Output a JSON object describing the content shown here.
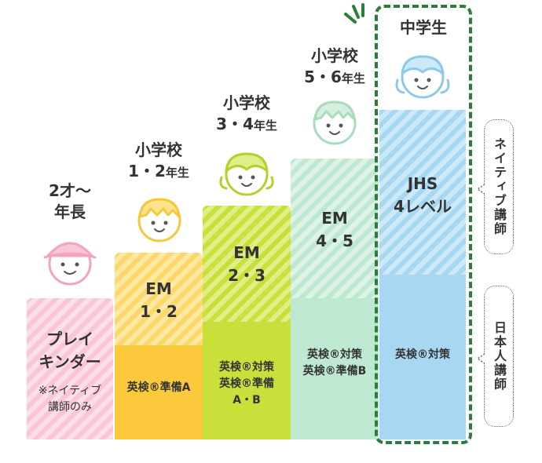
{
  "stages": [
    {
      "grade_line1": "2才〜",
      "grade_line2": "年長",
      "course_line1": "プレイ",
      "course_line2": "キンダー",
      "note_line1": "※ネイティブ",
      "note_line2": "講師のみ"
    },
    {
      "grade_line1": "小学校",
      "grade_line2a": "1・2",
      "grade_line2b": "年生",
      "course_line1": "EM",
      "course_line2": "1・2",
      "japanese_line1": "英検®準備A"
    },
    {
      "grade_line1": "小学校",
      "grade_line2a": "3・4",
      "grade_line2b": "年生",
      "course_line1": "EM",
      "course_line2": "2・3",
      "japanese_line1": "英検®対策",
      "japanese_line2": "英検®準備",
      "japanese_line3": "A・B"
    },
    {
      "grade_line1": "小学校",
      "grade_line2a": "5・6",
      "grade_line2b": "年生",
      "course_line1": "EM",
      "course_line2": "4・5",
      "japanese_line1": "英検®対策",
      "japanese_line2": "英検®準備B"
    },
    {
      "grade_line1": "中学生",
      "course_line1": "JHS",
      "course_line2": "4レベル",
      "japanese_line1": "英検®対策"
    }
  ],
  "side_labels": {
    "native": "ネイティブ講師",
    "japanese": "日本人講師"
  },
  "colors": {
    "pink": "#f9c6d6",
    "yellow": "#fcc93c",
    "lime": "#c9e03a",
    "mint": "#bfe8d2",
    "blue": "#a8d8f1",
    "highlight_border": "#2d7d3a"
  },
  "icons": [
    "child-face-hat-icon",
    "boy-face-icon",
    "girl-face-icon",
    "boy-face-icon",
    "girl-face-icon"
  ]
}
